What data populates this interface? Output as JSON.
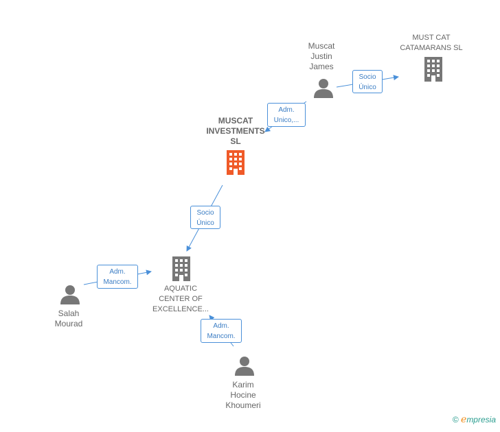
{
  "nodes": {
    "muscat_justin": {
      "label": "Muscat\nJustin\nJames",
      "type": "person"
    },
    "must_cat": {
      "label": "MUST CAT\nCATAMARANS SL",
      "type": "company"
    },
    "muscat_investments": {
      "label": "MUSCAT\nINVESTMENTS\nSL",
      "type": "company-highlight"
    },
    "aquatic": {
      "label": "AQUATIC\nCENTER OF\nEXCELLENCE...",
      "type": "company"
    },
    "salah": {
      "label": "Salah\nMourad",
      "type": "person"
    },
    "karim": {
      "label": "Karim\nHocine\nKhoumeri",
      "type": "person"
    }
  },
  "edges": {
    "e1": {
      "label": "Socio\nÚnico",
      "from": "muscat_justin",
      "to": "must_cat"
    },
    "e2": {
      "label": "Adm.\nUnico,...",
      "from": "muscat_justin",
      "to": "muscat_investments"
    },
    "e3": {
      "label": "Socio\nÚnico",
      "from": "muscat_investments",
      "to": "aquatic"
    },
    "e4": {
      "label": "Adm.\nMancom.",
      "from": "salah",
      "to": "aquatic"
    },
    "e5": {
      "label": "Adm.\nMancom.",
      "from": "karim",
      "to": "aquatic"
    }
  },
  "footer": {
    "copyright": "©",
    "brand_initial": "e",
    "brand_rest": "mpresia"
  },
  "colors": {
    "edge": "#4a90d9",
    "icon_gray": "#777777",
    "icon_highlight": "#f05a28"
  }
}
